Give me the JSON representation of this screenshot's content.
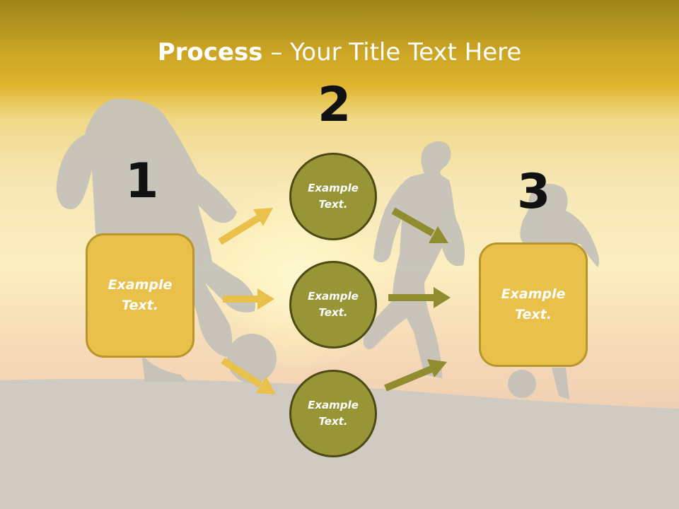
{
  "slide": {
    "title_bold": "Process",
    "title_rest": " – Your Title Text Here",
    "steps": [
      {
        "number": "1",
        "text": "Example\nText."
      },
      {
        "number": "2",
        "text": "Example\nText."
      },
      {
        "number": "3",
        "text": "Example\nText."
      }
    ],
    "middle_items": [
      {
        "text": "Example\nText."
      },
      {
        "text": "Example\nText."
      },
      {
        "text": "Example\nText."
      }
    ],
    "colors": {
      "box_fill": "#e8c04a",
      "circle_fill": "#979535",
      "left_arrow": "#e8c04a",
      "right_arrow": "#8f8d30"
    }
  }
}
